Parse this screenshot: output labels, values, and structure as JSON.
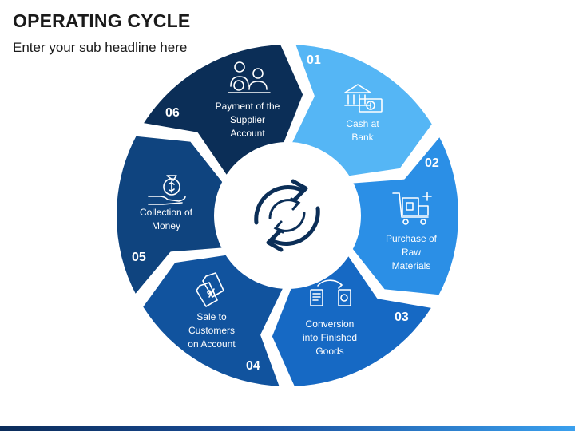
{
  "title": "OPERATING CYCLE",
  "subtitle": "Enter your sub headline here",
  "steps": [
    {
      "number": "01",
      "label": "Cash at\nBank",
      "icon": "bank-cash-icon",
      "color": "#55b6f5"
    },
    {
      "number": "02",
      "label": "Purchase of\nRaw\nMaterials",
      "icon": "raw-materials-cart-icon",
      "color": "#2b8fe6"
    },
    {
      "number": "03",
      "label": "Conversion\ninto Finished\nGoods",
      "icon": "document-conversion-icon",
      "color": "#1669c4"
    },
    {
      "number": "04",
      "label": "Sale to\nCustomers\non Account",
      "icon": "price-tags-icon",
      "color": "#11539e"
    },
    {
      "number": "05",
      "label": "Collection of\nMoney",
      "icon": "money-bag-hand-icon",
      "color": "#0f447f"
    },
    {
      "number": "06",
      "label": "Payment of the\nSupplier\nAccount",
      "icon": "supplier-payment-icon",
      "color": "#0b2e57"
    }
  ],
  "center_icon": "cycle-arrows-icon"
}
